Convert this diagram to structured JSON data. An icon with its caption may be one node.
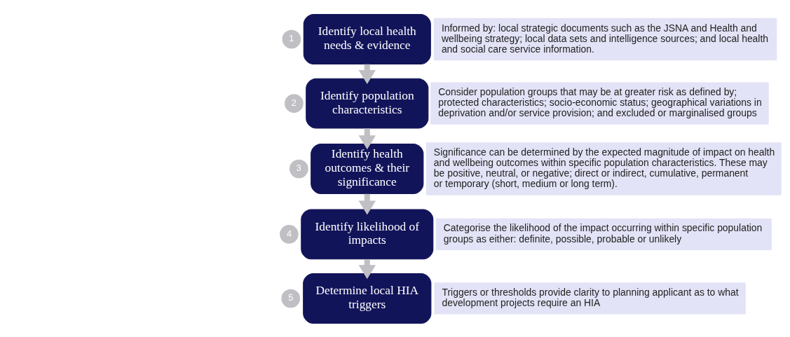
{
  "diagram": {
    "nodes": [
      {
        "text": [
          "1"
        ]
      },
      {
        "text": [
          "Identify local health needs & evidence"
        ]
      },
      {
        "text": [
          "Informed by: local strategic documents such as the JSNA and Health and wellbeing strategy; local data sets and intelligence sources; and local health and social care service information."
        ]
      },
      {
        "text": [
          "2"
        ]
      },
      {
        "text": [
          "Identify population characteristics"
        ]
      },
      {
        "text": [
          "Consider population groups that may be at greater risk as defined by; protected characteristics; socio-economic status; geographical variations in deprivation and/or service provision; and excluded or marginalised groups"
        ]
      },
      {
        "text": [
          "3"
        ]
      },
      {
        "text": [
          "Identify health outcomes & their significance"
        ]
      },
      {
        "text": [
          "Significance can be determined by the expected magnitude of impact on health and wellbeing outcomes within specific population characteristics. These may be positive, neutral, or negative; direct or indirect, cumulative, permanent or temporary (short, medium or long term)."
        ]
      },
      {
        "text": [
          "4"
        ]
      },
      {
        "text": [
          "Identify likelihood of impacts"
        ]
      },
      {
        "text": [
          "Categorise the likelihood of the impact occurring within specific population groups as either: definite, possible, probable or unlikely"
        ]
      },
      {
        "text": [
          "5"
        ]
      },
      {
        "text": [
          "Determine local HIA triggers"
        ]
      },
      {
        "text": [
          "Triggers or thresholds provide clarity to planning applicant as to what development projects require an HIA"
        ]
      }
    ],
    "edges": [
      {
        "from": 1,
        "to": 4,
        "arrow": "to"
      },
      {
        "from": 4,
        "to": 7,
        "arrow": "to"
      },
      {
        "from": 7,
        "to": 10,
        "arrow": "to"
      },
      {
        "from": 10,
        "to": 13,
        "arrow": "to"
      }
    ]
  }
}
